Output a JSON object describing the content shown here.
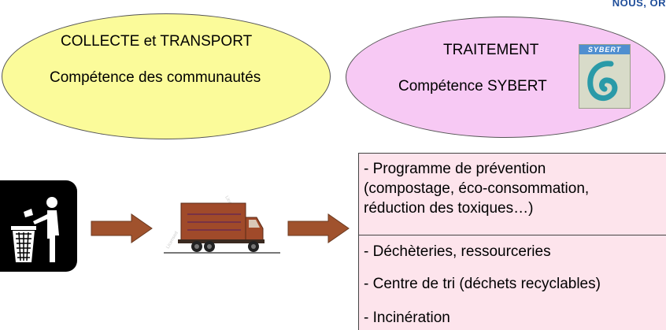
{
  "header": {
    "corner_text": "NOUS, OR"
  },
  "collecte": {
    "title": "COLLECTE et TRANSPORT",
    "subtitle": "Compétence des communautés"
  },
  "traitement": {
    "title": "TRAITEMENT",
    "subtitle": "Compétence SYBERT"
  },
  "logo": {
    "name": "SYBERT"
  },
  "treatment_items": [
    "- Programme de prévention",
    "(compostage, éco-consommation,",
    "réduction des toxiques…)",
    "- Déchèteries, ressourceries",
    "- Centre de tri (déchets recyclables)",
    "- Incinération"
  ],
  "colors": {
    "collecte_fill": "#fbfb9a",
    "traitement_fill": "#f7c9f4",
    "list_fill": "#fde4ec",
    "arrow": "#a0522d",
    "truck": "#a04a2a"
  },
  "icons": [
    "trash-bin-icon",
    "arrow-right-icon",
    "truck-icon",
    "sybert-logo-icon"
  ]
}
